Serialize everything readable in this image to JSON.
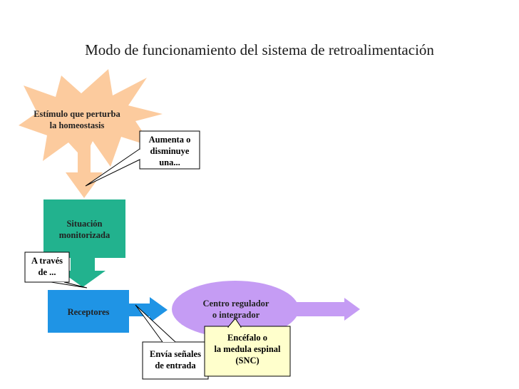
{
  "title": "Modo de funcionamiento del sistema de retroalimentación",
  "stimulus": {
    "label": "Estímulo que perturba\nla homeostasis"
  },
  "callout_changes": {
    "label": "Aumenta o\ndisminuye\nuna..."
  },
  "monitored": {
    "label": "Situación\nmonitorizada"
  },
  "callout_through": {
    "label": "A través\nde ..."
  },
  "receptors": {
    "label": "Receptores"
  },
  "control_center": {
    "label": "Centro regulador\no integrador"
  },
  "callout_sends": {
    "label": "Envía señales\nde entrada"
  },
  "callout_brain": {
    "label": "Encéfalo o\nla medula espinal\n(SNC)"
  },
  "colors": {
    "stimulus": "#fccb9e",
    "arrow_peach": "#fccb9e",
    "monitored": "#22b28e",
    "receptors": "#1f94e5",
    "control_center": "#c59cf4",
    "callout_yellow": "#ffffcc"
  }
}
